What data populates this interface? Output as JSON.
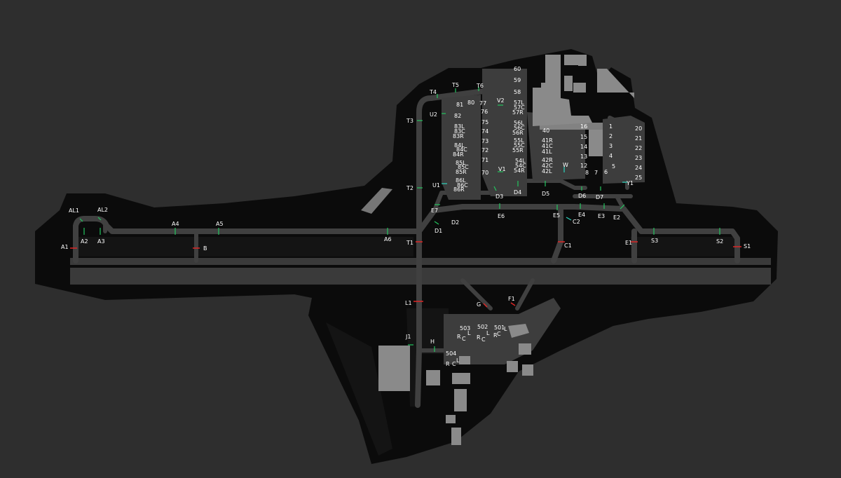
{
  "colors": {
    "background": "#2e2e2e",
    "airport_area": "#0b0b0b",
    "runway": "#3a3a3a",
    "taxiway": "#404040",
    "apron": "#3d3d3d",
    "building": "#8a8a8a",
    "label": "#ffffff",
    "hold_short_green": "#22c55e",
    "stop_bar_red": "#dc2626",
    "marker_teal": "#2dd4bf"
  },
  "taxiway_labels": {
    "A1": "A1",
    "A2": "A2",
    "A3": "A3",
    "A4": "A4",
    "A5": "A5",
    "A6": "A6",
    "AL1": "AL1",
    "AL2": "AL2",
    "B": "B",
    "T1": "T1",
    "T2": "T2",
    "T3": "T3",
    "T4": "T4",
    "T5": "T5",
    "T6": "T6",
    "U1": "U1",
    "U2": "U2",
    "V1": "V1",
    "V2": "V2",
    "W": "W",
    "D1": "D1",
    "D2": "D2",
    "D3": "D3",
    "D4": "D4",
    "D5": "D5",
    "D6": "D6",
    "D7": "D7",
    "E1": "E1",
    "E2": "E2",
    "E3": "E3",
    "E4": "E4",
    "E5": "E5",
    "E6": "E6",
    "E7": "E7",
    "C1": "C1",
    "C2": "C2",
    "S1": "S1",
    "S2": "S2",
    "S3": "S3",
    "Y1": "Y1",
    "L1": "L1",
    "J1": "J1",
    "H": "H",
    "G": "G",
    "F1": "F1"
  },
  "stand_labels": {
    "s60": "60",
    "s59": "59",
    "s58": "58",
    "s57L": "57L",
    "s57C": "57C",
    "s57R": "57R",
    "s56L": "56L",
    "s56C": "56C",
    "s56R": "56R",
    "s55L": "55L",
    "s55C": "55C",
    "s55R": "55R",
    "s54L": "54L",
    "s54C": "54C",
    "s54R": "54R",
    "s81": "81",
    "s80": "80",
    "s77": "77",
    "s76": "76",
    "s75": "75",
    "s74": "74",
    "s73": "73",
    "s72": "72",
    "s71": "71",
    "s70": "70",
    "s82": "82",
    "s83L": "83L",
    "s83C": "83C",
    "s83R": "83R",
    "s84L": "84L",
    "s84C": "84C",
    "s84R": "84R",
    "s85L": "85L",
    "s85C": "85C",
    "s85R": "85R",
    "s86L": "86L",
    "s86C": "86C",
    "s86R": "86R",
    "s40": "40",
    "s41R": "41R",
    "s41C": "41C",
    "s41L": "41L",
    "s42R": "42R",
    "s42C": "42C",
    "s42L": "42L",
    "s16": "16",
    "s15": "15",
    "s14": "14",
    "s13": "13",
    "s12": "12",
    "s8": "8",
    "s7": "7",
    "s6": "6",
    "s5": "5",
    "s1": "1",
    "s2": "2",
    "s3": "3",
    "s4": "4",
    "s20": "20",
    "s21": "21",
    "s22": "22",
    "s23": "23",
    "s24": "24",
    "s25": "25",
    "s501": "501",
    "s502": "502",
    "s503": "503",
    "s504": "504"
  },
  "ga_stand_letters": {
    "R": "R",
    "C": "C",
    "L": "L"
  }
}
